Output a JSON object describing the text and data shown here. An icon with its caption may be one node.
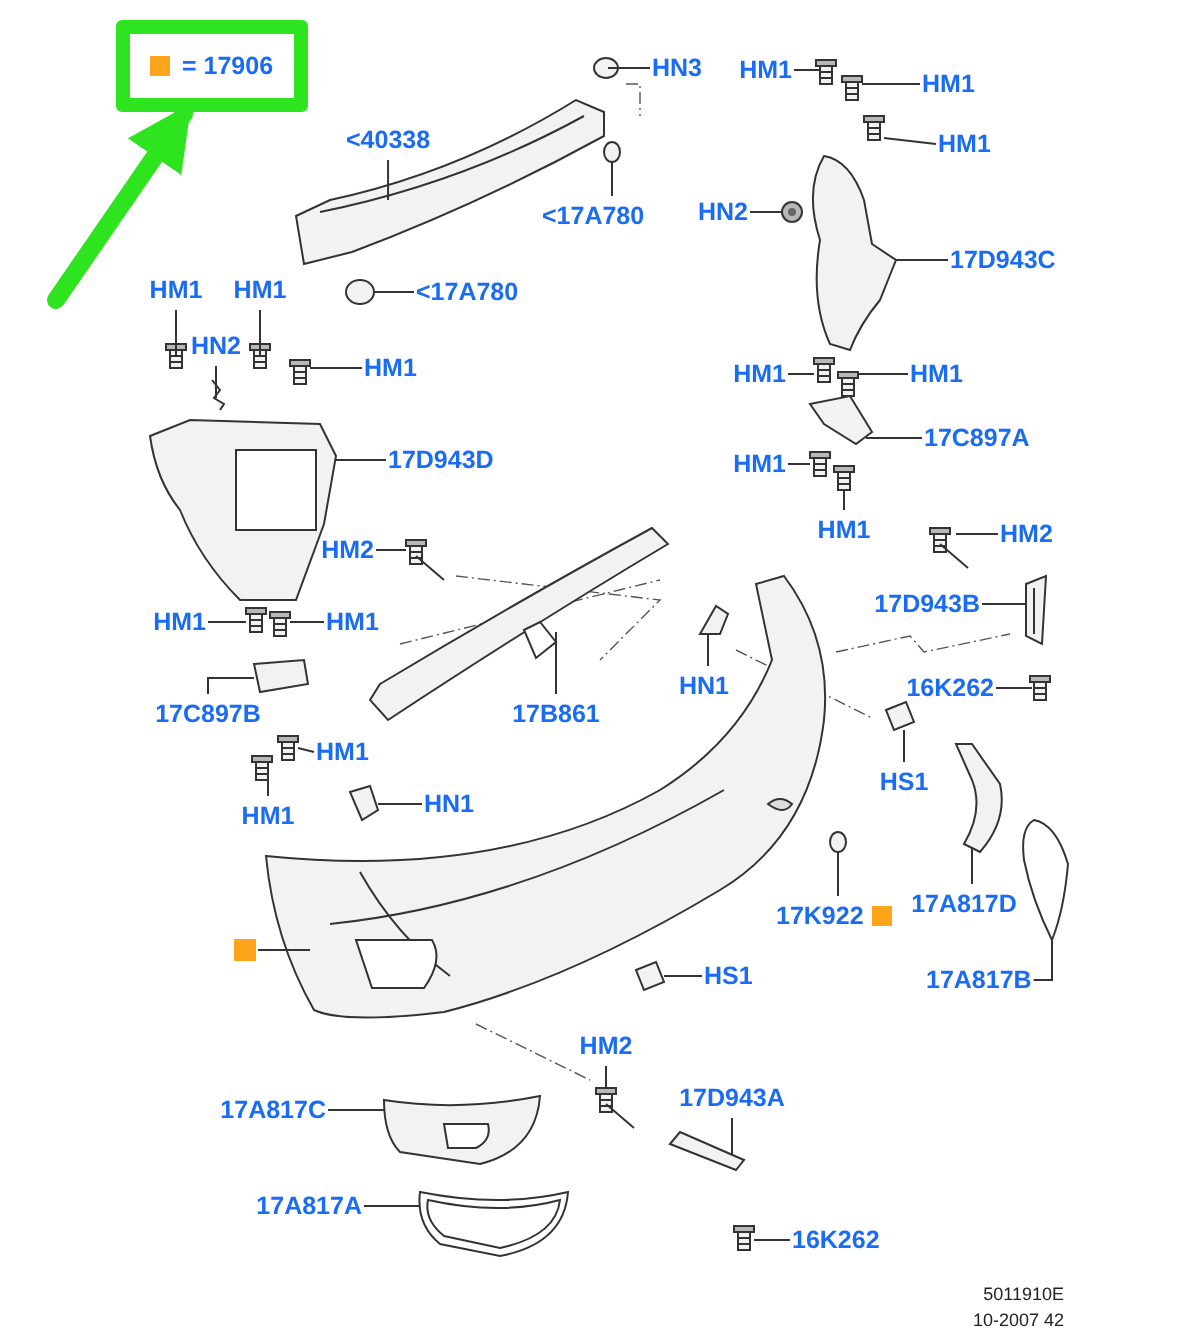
{
  "diagram": {
    "nodes": [
      {
        "text": [
          "= 17906"
        ]
      },
      {
        "text": [
          "<40338"
        ]
      },
      {
        "text": [
          "HN3"
        ]
      },
      {
        "text": [
          "<17A780"
        ]
      },
      {
        "text": [
          "<17A780"
        ]
      },
      {
        "text": [
          "HM1"
        ]
      },
      {
        "text": [
          "HM1"
        ]
      },
      {
        "text": [
          "HM1"
        ]
      },
      {
        "text": [
          "HN2"
        ]
      },
      {
        "text": [
          "17D943C"
        ]
      },
      {
        "text": [
          "HM1"
        ]
      },
      {
        "text": [
          "HM1"
        ]
      },
      {
        "text": [
          "17C897A"
        ]
      },
      {
        "text": [
          "HM1"
        ]
      },
      {
        "text": [
          "HM1"
        ]
      },
      {
        "text": [
          "HM1"
        ]
      },
      {
        "text": [
          "HM1"
        ]
      },
      {
        "text": [
          "HN2"
        ]
      },
      {
        "text": [
          "HM1"
        ]
      },
      {
        "text": [
          "17D943D"
        ]
      },
      {
        "text": [
          "HM2"
        ]
      },
      {
        "text": [
          "HM1"
        ]
      },
      {
        "text": [
          "HM1"
        ]
      },
      {
        "text": [
          "17C897B"
        ]
      },
      {
        "text": [
          "HM1"
        ]
      },
      {
        "text": [
          "HM1"
        ]
      },
      {
        "text": [
          "17B861"
        ]
      },
      {
        "text": [
          "HN1"
        ]
      },
      {
        "text": [],
        "shape": "box"
      },
      {
        "text": [
          "17K922"
        ]
      },
      {
        "text": [
          "HM2"
        ]
      },
      {
        "text": [
          "17D943B"
        ]
      },
      {
        "text": [
          "16K262"
        ]
      },
      {
        "text": [
          "HN1"
        ]
      },
      {
        "text": [
          "HS1"
        ]
      },
      {
        "text": [
          "17A817D"
        ]
      },
      {
        "text": [
          "17A817B"
        ]
      },
      {
        "text": [
          "HS1"
        ]
      },
      {
        "text": [
          "HM2"
        ]
      },
      {
        "text": [
          "17D943A"
        ]
      },
      {
        "text": [
          "17A817C"
        ]
      },
      {
        "text": [
          "17A817A"
        ]
      },
      {
        "text": [
          "16K262"
        ]
      },
      {
        "text": [],
        "shape": "picture"
      },
      {
        "text": [],
        "shape": "picture"
      },
      {
        "text": [],
        "shape": "picture"
      },
      {
        "text": [],
        "shape": "picture"
      },
      {
        "text": [],
        "shape": "picture"
      },
      {
        "text": [],
        "shape": "picture"
      },
      {
        "text": [],
        "shape": "picture"
      },
      {
        "text": [],
        "shape": "picture"
      },
      {
        "text": [],
        "shape": "picture"
      },
      {
        "text": [],
        "shape": "picture"
      },
      {
        "text": [],
        "shape": "picture"
      },
      {
        "text": [],
        "shape": "picture"
      },
      {
        "text": [],
        "shape": "picture"
      },
      {
        "text": [],
        "shape": "picture"
      },
      {
        "text": [],
        "shape": "picture"
      },
      {
        "text": [],
        "shape": "picture"
      },
      {
        "text": [],
        "shape": "picture"
      },
      {
        "text": [],
        "shape": "picture"
      },
      {
        "text": [],
        "shape": "picture"
      },
      {
        "text": [],
        "shape": "picture"
      },
      {
        "text": [],
        "shape": "picture"
      },
      {
        "text": [],
        "shape": "picture"
      },
      {
        "text": [],
        "shape": "picture"
      },
      {
        "text": [],
        "shape": "picture"
      },
      {
        "text": [],
        "shape": "picture"
      },
      {
        "text": [],
        "shape": "picture"
      },
      {
        "text": [],
        "shape": "picture"
      },
      {
        "text": [],
        "shape": "picture"
      },
      {
        "text": [],
        "shape": "picture"
      },
      {
        "text": [],
        "shape": "picture"
      },
      {
        "text": [],
        "shape": "picture"
      },
      {
        "text": [],
        "shape": "picture"
      },
      {
        "text": [],
        "shape": "picture"
      },
      {
        "text": [],
        "shape": "picture"
      },
      {
        "text": [],
        "shape": "picture"
      },
      {
        "text": [],
        "shape": "picture"
      },
      {
        "text": [],
        "shape": "picture"
      },
      {
        "text": [],
        "shape": "picture"
      },
      {
        "text": [],
        "shape": "picture"
      },
      {
        "text": [],
        "shape": "picture"
      },
      {
        "text": [],
        "shape": "picture"
      },
      {
        "text": [],
        "shape": "picture"
      }
    ],
    "edges": [
      {
        "from": null,
        "to": 0,
        "arrow": "to",
        "style": "thick",
        "color": "#2ee41e"
      },
      {
        "from": 1,
        "to": 43,
        "arrow": "none"
      },
      {
        "from": 2,
        "to": 44,
        "arrow": "none"
      },
      {
        "from": 3,
        "to": 45,
        "arrow": "none"
      },
      {
        "from": 4,
        "to": 46,
        "arrow": "none"
      },
      {
        "from": 5,
        "to": 47,
        "arrow": "none"
      },
      {
        "from": 6,
        "to": 48,
        "arrow": "none"
      },
      {
        "from": 7,
        "to": 49,
        "arrow": "none"
      },
      {
        "from": 8,
        "to": 50,
        "arrow": "none"
      },
      {
        "from": 9,
        "to": 51,
        "arrow": "none"
      },
      {
        "from": 10,
        "to": 52,
        "arrow": "none"
      },
      {
        "from": 11,
        "to": 53,
        "arrow": "none"
      },
      {
        "from": 12,
        "to": 54,
        "arrow": "none"
      },
      {
        "from": 13,
        "to": 55,
        "arrow": "none"
      },
      {
        "from": 14,
        "to": 56,
        "arrow": "none"
      },
      {
        "from": 15,
        "to": 57,
        "arrow": "none"
      },
      {
        "from": 16,
        "to": 58,
        "arrow": "none"
      },
      {
        "from": 17,
        "to": 59,
        "arrow": "none"
      },
      {
        "from": 18,
        "to": 60,
        "arrow": "none"
      },
      {
        "from": 19,
        "to": 61,
        "arrow": "none"
      },
      {
        "from": 20,
        "to": 62,
        "arrow": "none"
      },
      {
        "from": 21,
        "to": 63,
        "arrow": "none"
      },
      {
        "from": 22,
        "to": 64,
        "arrow": "none"
      },
      {
        "from": 23,
        "to": 65,
        "arrow": "none"
      },
      {
        "from": 24,
        "to": 66,
        "arrow": "none"
      },
      {
        "from": 25,
        "to": 67,
        "arrow": "none"
      },
      {
        "from": 26,
        "to": 68,
        "arrow": "none"
      },
      {
        "from": 27,
        "to": 69,
        "arrow": "none"
      },
      {
        "from": 28,
        "to": 70,
        "arrow": "none"
      },
      {
        "from": 29,
        "to": 71,
        "arrow": "none"
      },
      {
        "from": 30,
        "to": 72,
        "arrow": "none"
      },
      {
        "from": 31,
        "to": 73,
        "arrow": "none"
      },
      {
        "from": 32,
        "to": 74,
        "arrow": "none"
      },
      {
        "from": 33,
        "to": 75,
        "arrow": "none"
      },
      {
        "from": 34,
        "to": 76,
        "arrow": "none"
      },
      {
        "from": 35,
        "to": 77,
        "arrow": "none"
      },
      {
        "from": 36,
        "to": 78,
        "arrow": "none"
      },
      {
        "from": 37,
        "to": 79,
        "arrow": "none"
      },
      {
        "from": 38,
        "to": 80,
        "arrow": "none"
      },
      {
        "from": 39,
        "to": 81,
        "arrow": "none"
      },
      {
        "from": 40,
        "to": 82,
        "arrow": "none"
      },
      {
        "from": 41,
        "to": 83,
        "arrow": "none"
      },
      {
        "from": 42,
        "to": 84,
        "arrow": "none"
      }
    ],
    "labels": [
      "5011910E",
      "10-2007 42"
    ]
  }
}
